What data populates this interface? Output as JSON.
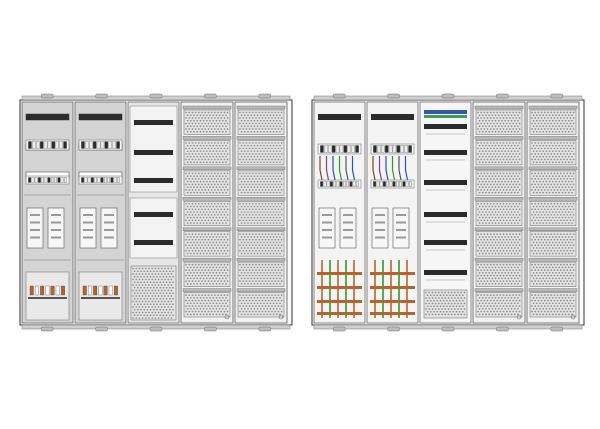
{
  "cabinets": [
    {
      "view": "front-covered",
      "columns": [
        {
          "kind": "meter",
          "meter_label": "",
          "breaker_bottom": true
        },
        {
          "kind": "meter",
          "meter_label": "",
          "breaker_bottom": true
        },
        {
          "kind": "distribution-covered"
        },
        {
          "kind": "perforated-rails"
        },
        {
          "kind": "perforated-rails"
        }
      ]
    },
    {
      "view": "front-open",
      "columns": [
        {
          "kind": "meter-open"
        },
        {
          "kind": "meter-open"
        },
        {
          "kind": "rails-open"
        },
        {
          "kind": "perforated-rails"
        },
        {
          "kind": "perforated-rails"
        }
      ]
    }
  ],
  "colors": {
    "frame": "#555555",
    "panel_fill": "#d4d4d4",
    "panel_light": "#e6e6e6",
    "dark_rail": "#2b2b2b",
    "busbar_copper": "#b5652b",
    "wire_green": "#2e9a2e",
    "wire_blue": "#2a4fb8",
    "wire_brown": "#7a4a1e",
    "wire_purple": "#7a3f9a",
    "terminal_strip_green": "#3f9b55",
    "terminal_strip_blue": "#3657b0"
  },
  "icons": [
    "cable-gland-icon",
    "meter-icon",
    "breaker-icon",
    "terminal-block-icon"
  ]
}
